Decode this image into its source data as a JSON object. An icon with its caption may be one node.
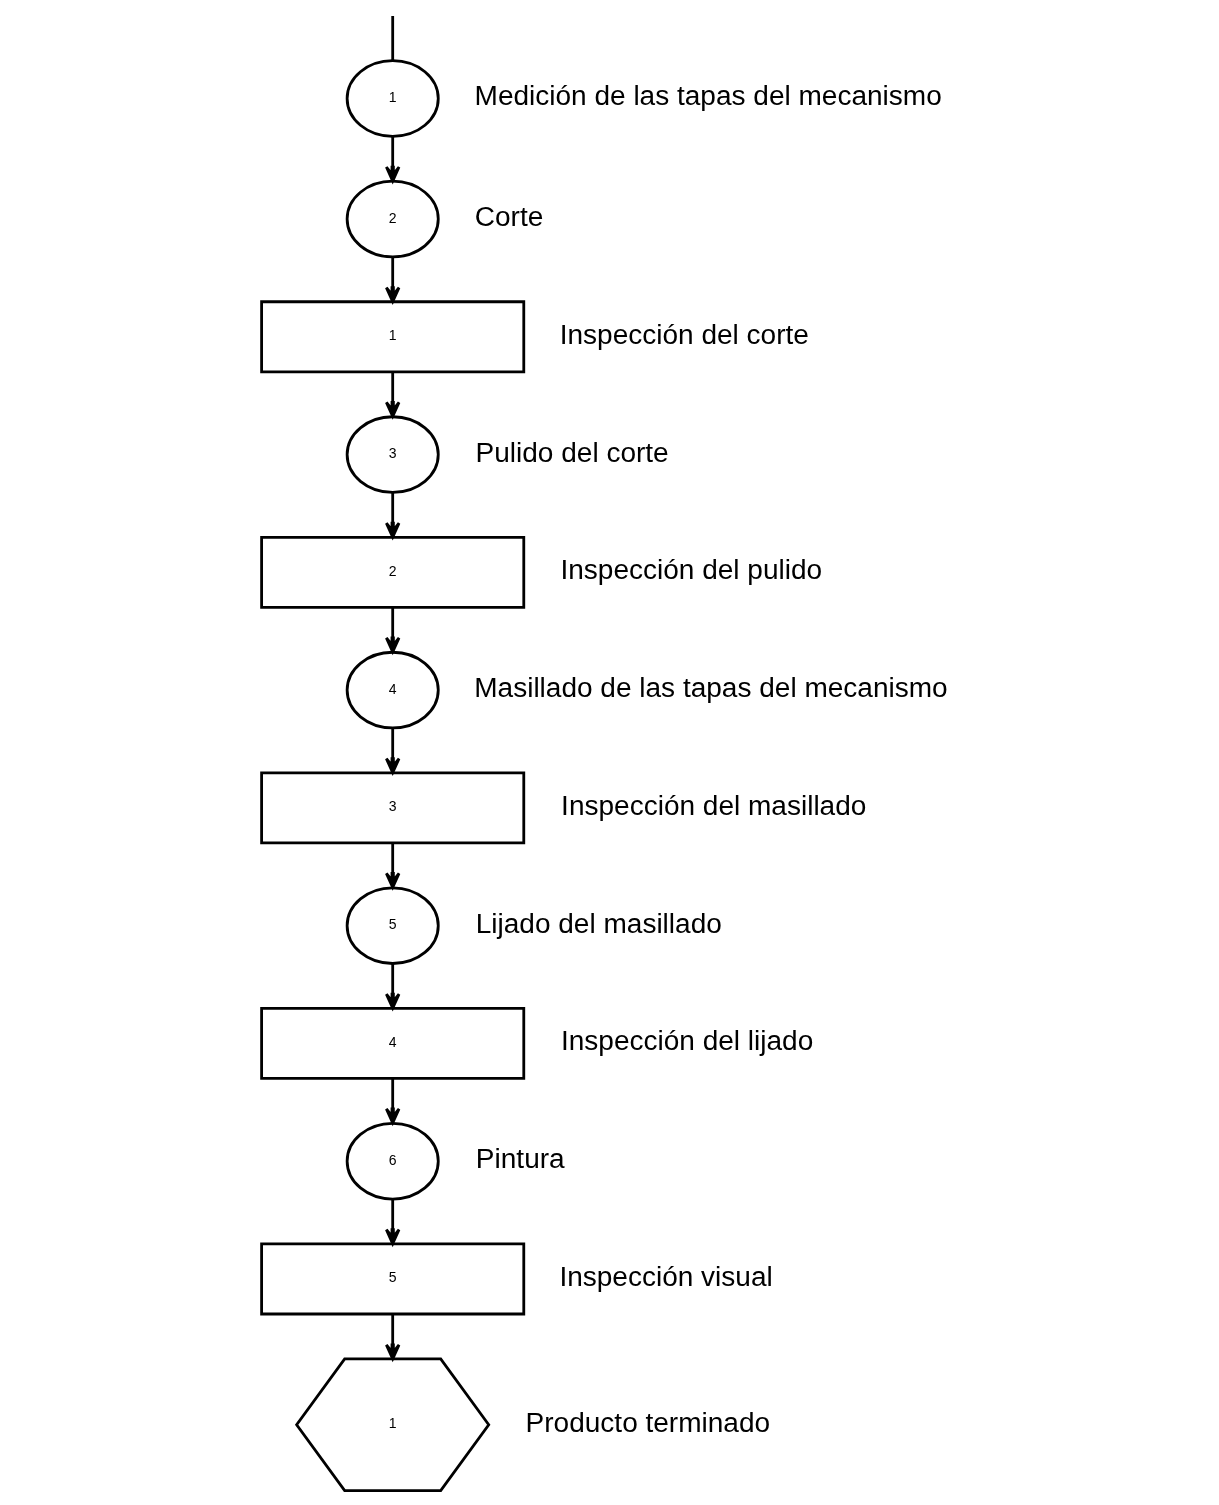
{
  "diagram": {
    "nodes": [
      {
        "text": [
          "1"
        ],
        "beside": [
          "Medición de las tapas del mecanismo"
        ]
      },
      {
        "text": [
          "2"
        ],
        "beside": [
          "Corte"
        ]
      },
      {
        "text": [
          "1"
        ],
        "beside": [
          "Inspección del corte"
        ]
      },
      {
        "text": [
          "3"
        ],
        "beside": [
          "Pulido del corte"
        ]
      },
      {
        "text": [
          "2"
        ],
        "beside": [
          "Inspección del pulido"
        ]
      },
      {
        "text": [
          "4"
        ],
        "beside": [
          "Masillado de las tapas del mecanismo"
        ]
      },
      {
        "text": [
          "3"
        ],
        "beside": [
          "Inspección del masillado"
        ]
      },
      {
        "text": [
          "5"
        ],
        "beside": [
          "Lijado del masillado"
        ]
      },
      {
        "text": [
          "4"
        ],
        "beside": [
          "Inspección del lijado"
        ]
      },
      {
        "text": [
          "6"
        ],
        "beside": [
          "Pintura"
        ]
      },
      {
        "text": [
          "5"
        ],
        "beside": [
          "Inspección visual"
        ]
      },
      {
        "text": [
          "1"
        ],
        "beside": [
          "Producto terminado"
        ]
      }
    ],
    "edges": [
      {
        "from": null,
        "to": 0,
        "arrow": "none"
      },
      {
        "from": 0,
        "to": 1,
        "arrow": "to"
      },
      {
        "from": 1,
        "to": 2,
        "arrow": "to"
      },
      {
        "from": 2,
        "to": 3,
        "arrow": "to"
      },
      {
        "from": 3,
        "to": 4,
        "arrow": "to"
      },
      {
        "from": 4,
        "to": 5,
        "arrow": "to"
      },
      {
        "from": 5,
        "to": 6,
        "arrow": "to"
      },
      {
        "from": 6,
        "to": 7,
        "arrow": "to"
      },
      {
        "from": 7,
        "to": 8,
        "arrow": "to"
      },
      {
        "from": 8,
        "to": 9,
        "arrow": "to"
      },
      {
        "from": 9,
        "to": 10,
        "arrow": "to"
      },
      {
        "from": 10,
        "to": 11,
        "arrow": "to"
      }
    ]
  }
}
